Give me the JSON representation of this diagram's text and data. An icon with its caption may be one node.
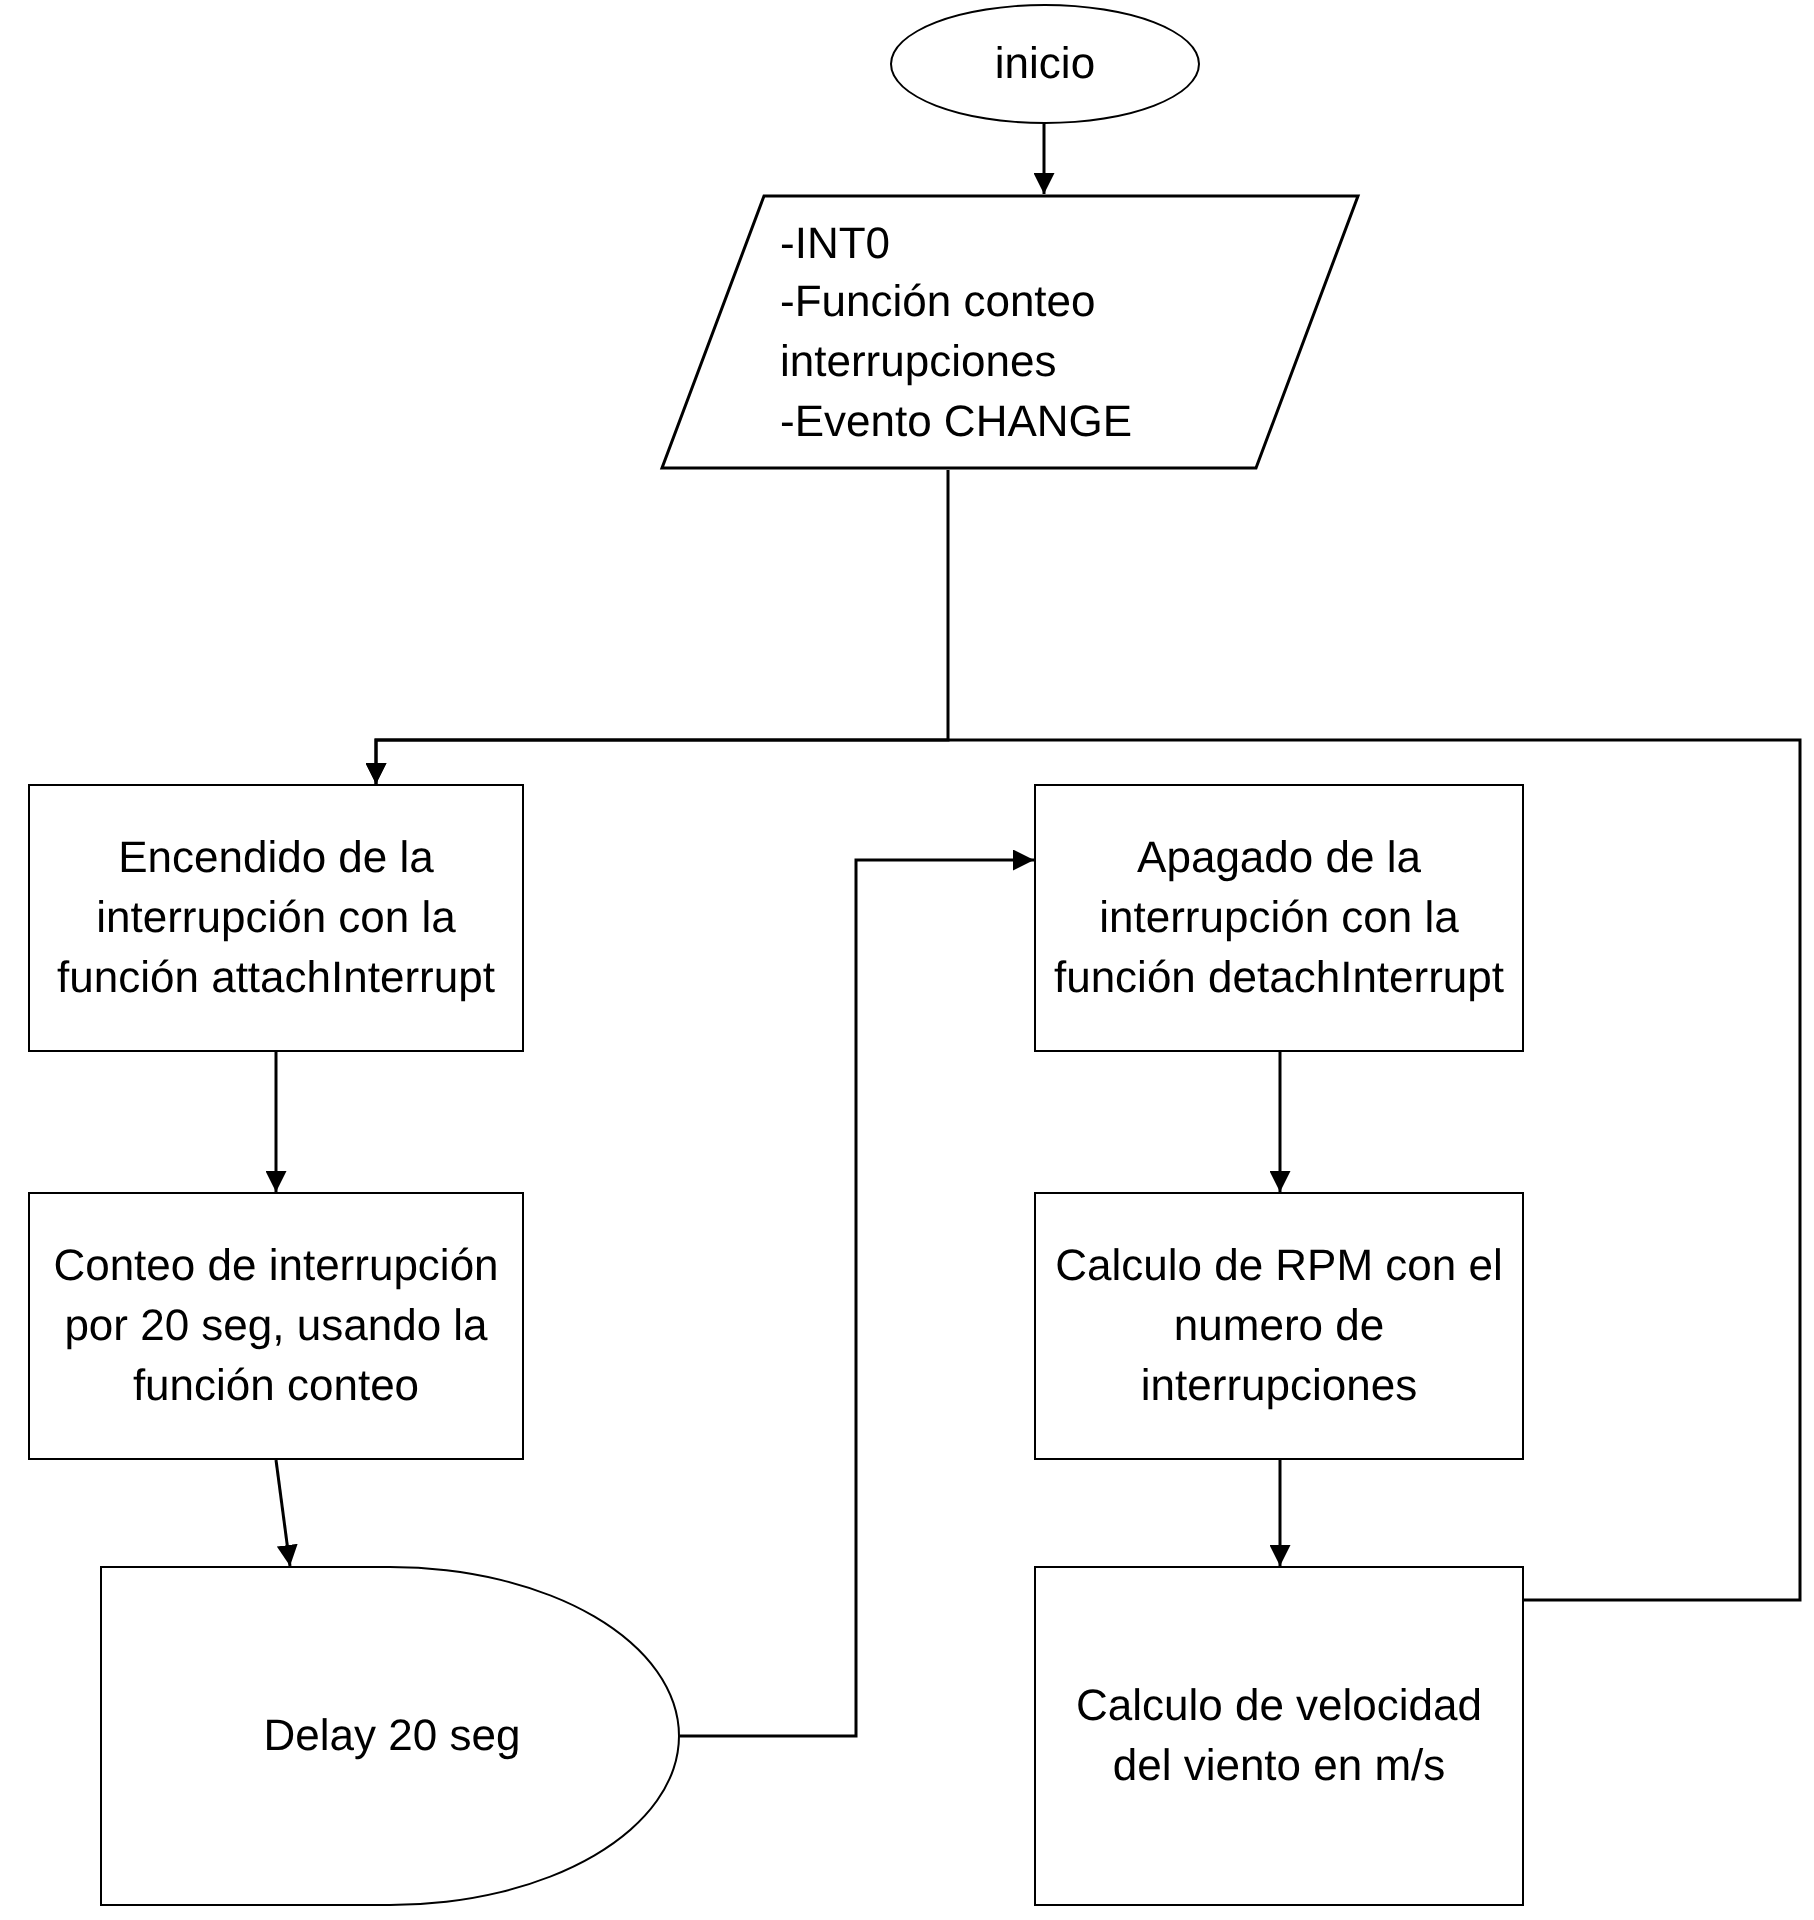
{
  "diagram": {
    "nodes": [
      {
        "text": [
          "inicio"
        ]
      },
      {
        "text": [
          "-INT0",
          "-Función conteo interrupciones",
          "-Evento CHANGE"
        ]
      },
      {
        "text": [
          "Encendido de la interrupción con la función attachInterrupt"
        ]
      },
      {
        "text": [
          "Conteo de interrupción por 20 seg, usando la función conteo"
        ]
      },
      {
        "text": [
          "Delay 20 seg"
        ]
      },
      {
        "text": [
          "Apagado de la interrupción con la función detachInterrupt"
        ]
      },
      {
        "text": [
          "Calculo de RPM con el numero de interrupciones"
        ]
      },
      {
        "text": [
          "Calculo de velocidad del viento en m/s"
        ]
      }
    ],
    "edges": [
      {
        "from": 0,
        "to": 1,
        "arrow": "to"
      },
      {
        "from": 1,
        "to": 2,
        "arrow": "to"
      },
      {
        "from": 2,
        "to": 3,
        "arrow": "to"
      },
      {
        "from": 3,
        "to": 4,
        "arrow": "to"
      },
      {
        "from": 4,
        "to": 5,
        "arrow": "to"
      },
      {
        "from": 5,
        "to": 6,
        "arrow": "to"
      },
      {
        "from": 6,
        "to": 7,
        "arrow": "to"
      },
      {
        "from": 7,
        "to": 2,
        "arrow": "to"
      }
    ]
  }
}
